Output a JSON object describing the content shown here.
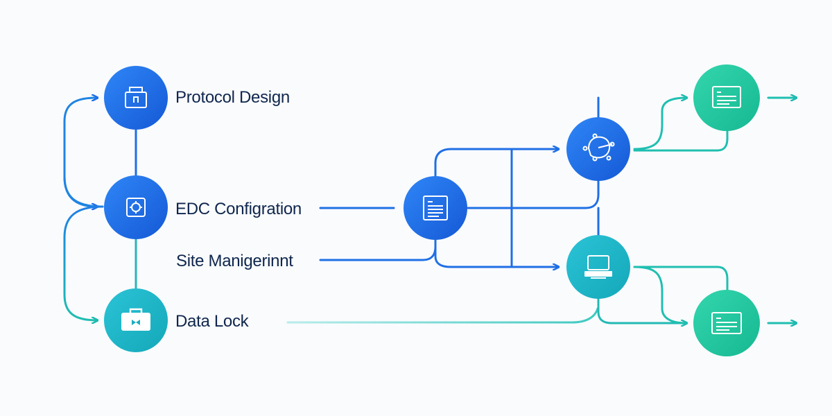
{
  "steps": [
    {
      "label": "Protocol Design",
      "icon": "lock-icon"
    },
    {
      "label": "EDC Configration",
      "icon": "gear-document-icon"
    },
    {
      "label": "Site Manigerinnt",
      "icon": ""
    },
    {
      "label": "Data Lock",
      "icon": "briefcase-icon"
    }
  ],
  "hub_nodes": [
    {
      "name": "document-hub-node",
      "icon": "document-icon"
    },
    {
      "name": "network-node",
      "icon": "network-icon"
    },
    {
      "name": "computer-node",
      "icon": "computer-icon"
    },
    {
      "name": "output-report-node-top",
      "icon": "report-icon"
    },
    {
      "name": "output-report-node-bottom",
      "icon": "report-icon"
    }
  ],
  "colors": {
    "background": "#f9fbfd",
    "blue": "#1f6fe5",
    "teal": "#1fbfb0",
    "green": "#22c7a0",
    "text": "#10264d"
  }
}
